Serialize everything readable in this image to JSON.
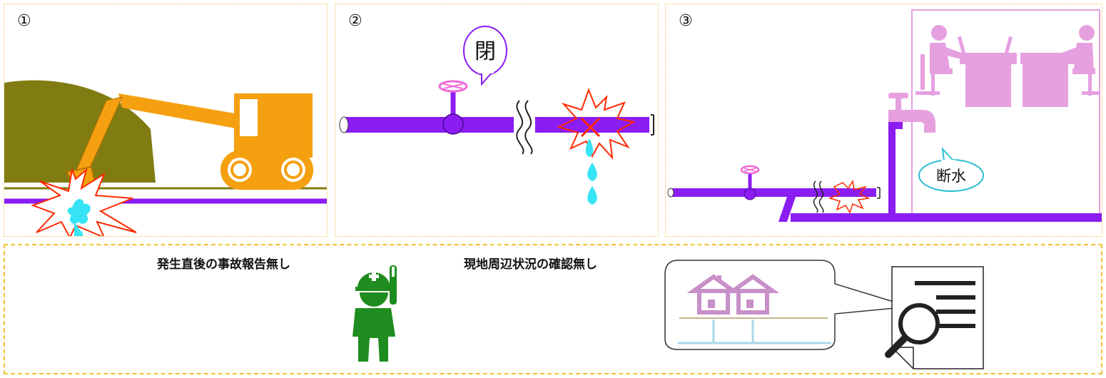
{
  "panels": [
    {
      "number": "①"
    },
    {
      "number": "②",
      "valve_bubble": "閉"
    },
    {
      "number": "③",
      "faucet_bubble": "断水"
    }
  ],
  "summary": {
    "caption_left": "発生直後の事故報告無し",
    "caption_right": "現地周辺状況の確認無し"
  },
  "colors": {
    "pipe": "#8b1cf2",
    "excavator": "#f5a011",
    "mound": "#807c12",
    "water": "#36e4f5",
    "burst_outline": "#ff2a00",
    "valve": "#f06ad8",
    "office": "#e6a0e0",
    "houses": "#c890c8",
    "worker": "#1e8c1e",
    "dashed_frame": "#f2c12e"
  },
  "icons": [
    "excavator-icon",
    "burst-icon",
    "valve-icon",
    "faucet-icon",
    "office-workers-icon",
    "worker-icon",
    "houses-icon",
    "document-search-icon",
    "magnifier-icon"
  ]
}
